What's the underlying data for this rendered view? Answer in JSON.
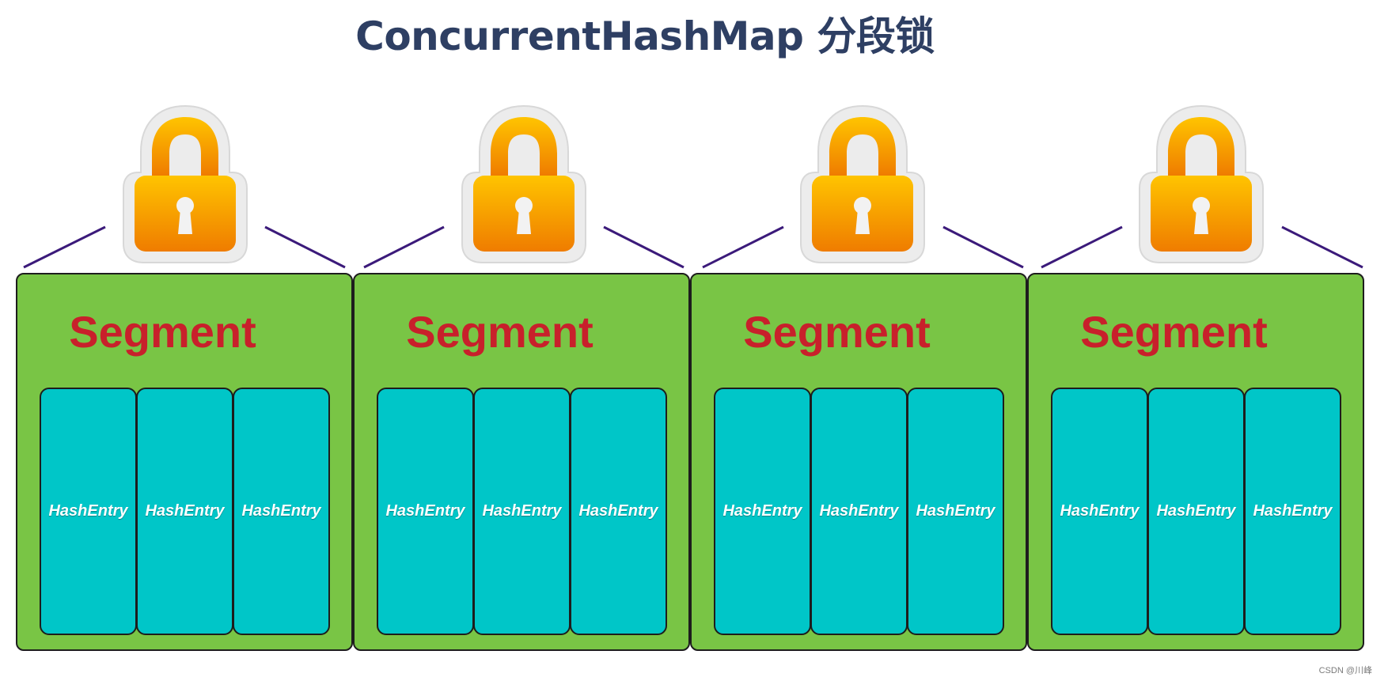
{
  "title": "ConcurrentHashMap 分段锁",
  "colors": {
    "title": "#2e3f63",
    "segment_fill": "#79c545",
    "segment_label": "#c8202b",
    "entry_fill": "#00c6c8",
    "connector": "#3b1a7a",
    "lock_body": "#f3a000"
  },
  "lock_icon": "padlock-icon",
  "segments": [
    {
      "label": "Segment",
      "entries": [
        "HashEntry",
        "HashEntry",
        "HashEntry"
      ]
    },
    {
      "label": "Segment",
      "entries": [
        "HashEntry",
        "HashEntry",
        "HashEntry"
      ]
    },
    {
      "label": "Segment",
      "entries": [
        "HashEntry",
        "HashEntry",
        "HashEntry"
      ]
    },
    {
      "label": "Segment",
      "entries": [
        "HashEntry",
        "HashEntry",
        "HashEntry"
      ]
    }
  ],
  "watermark": "CSDN @川峰"
}
